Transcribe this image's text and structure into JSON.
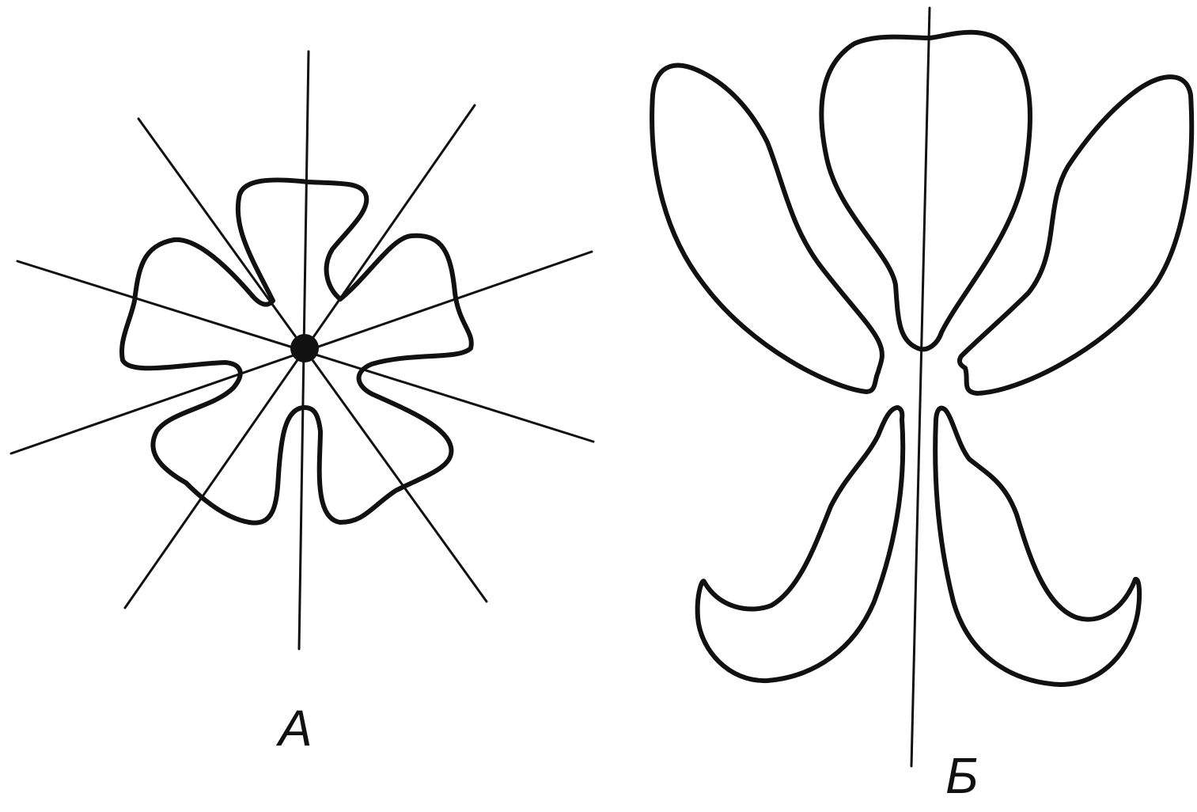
{
  "figure_a": {
    "label": "А",
    "symmetry": "radial",
    "petal_count": 5,
    "axis_count": 5
  },
  "figure_b": {
    "label": "Б",
    "symmetry": "bilateral",
    "petal_count": 5,
    "axis_count": 1
  },
  "colors": {
    "ink": "#111111",
    "background": "#ffffff"
  }
}
